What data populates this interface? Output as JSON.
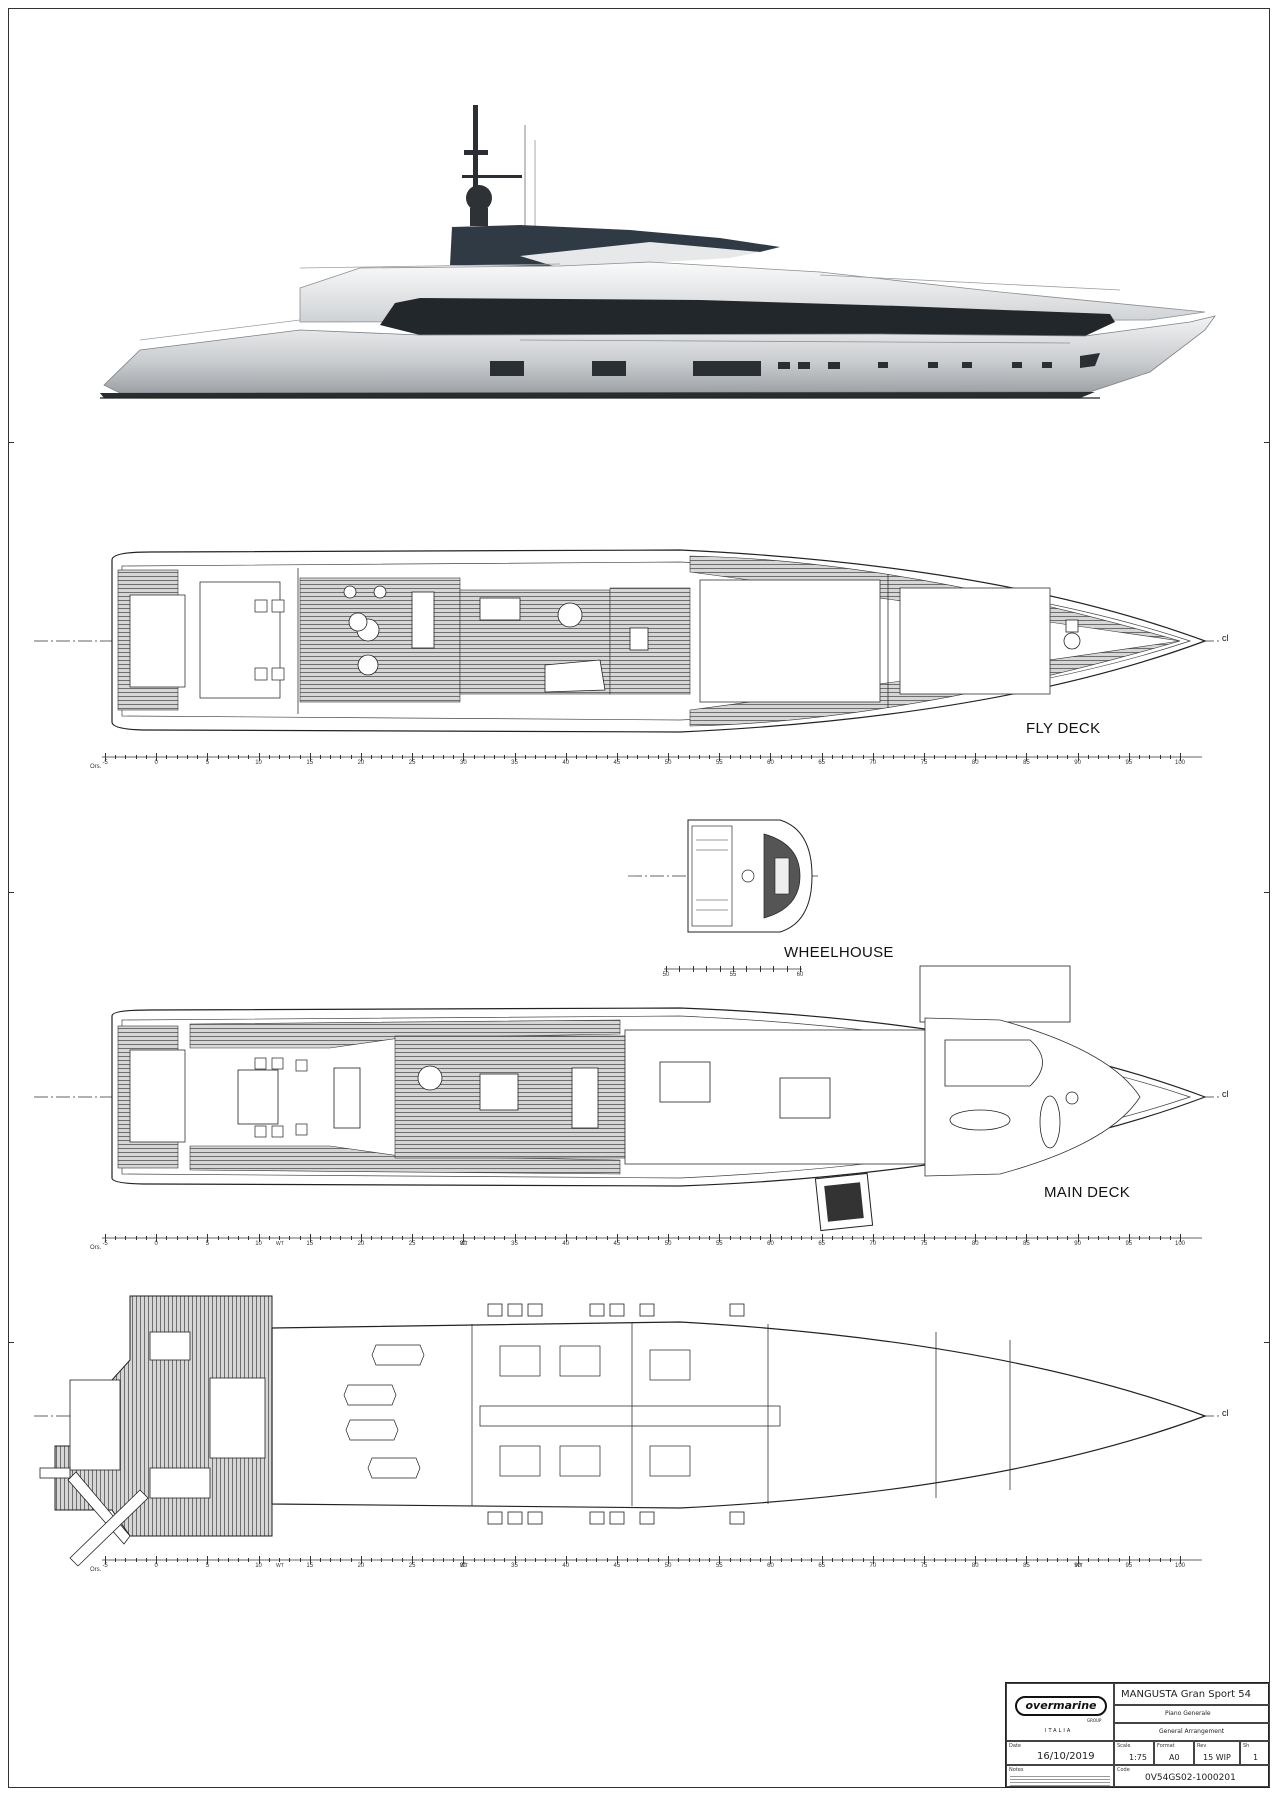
{
  "views": {
    "fly_deck": "FLY DECK",
    "wheelhouse": "WHEELHOUSE",
    "main_deck": "MAIN DECK",
    "centerline": "cl"
  },
  "scale": {
    "prefix": "Ors.",
    "ticks": [
      "-5",
      "0",
      "5",
      "10",
      "15",
      "20",
      "25",
      "30",
      "35",
      "40",
      "45",
      "50",
      "55",
      "60",
      "65",
      "70",
      "75",
      "80",
      "85",
      "90",
      "95",
      "100"
    ],
    "wt": "WT",
    "wheelhouse_ticks": [
      "50",
      "55",
      "60"
    ]
  },
  "title_block": {
    "logo_text": "overmarine",
    "logo_sub": "GROUP",
    "logo_country": "ITALIA",
    "project": "MANGUSTA Gran Sport 54",
    "author": "Piano Generale",
    "drawing": "General Arrangement",
    "date_label": "Date",
    "date": "16/10/2019",
    "scale_label": "Scale",
    "scale": "1:75",
    "format_label": "Format",
    "format": "A0",
    "rev_label": "Rev",
    "rev": "15 WIP",
    "sheet_label": "Sh",
    "sheet": "1",
    "code_label": "Code",
    "code": "0V54GS02-1000201",
    "notes_label": "Notes"
  }
}
